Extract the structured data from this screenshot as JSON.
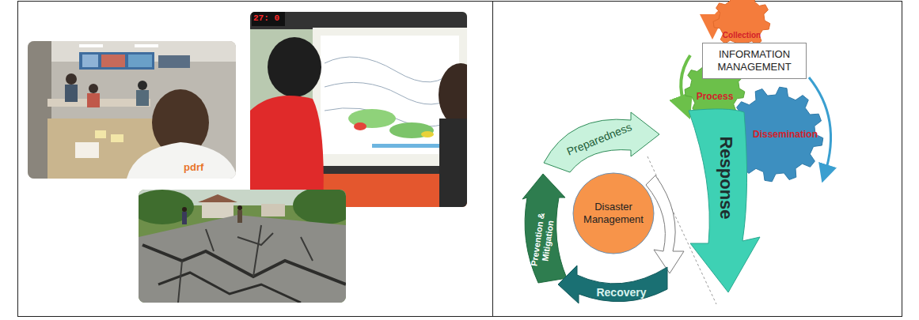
{
  "diagram": {
    "nodes": [
      {
        "text": [
          "Collection"
        ]
      },
      {
        "text": [
          "INFORMATION MANAGEMENT"
        ]
      },
      {
        "text": [
          "Process"
        ]
      },
      {
        "text": [
          "Dissemination"
        ]
      },
      {
        "text": [
          "Preparedness"
        ]
      },
      {
        "text": [
          "Disaster Management"
        ]
      },
      {
        "text": [
          "Response"
        ]
      },
      {
        "text": [
          "Prevention & Mitigation"
        ]
      },
      {
        "text": [
          "Recovery"
        ]
      }
    ],
    "labels": [
      "pdrf",
      "27: 0"
    ]
  }
}
